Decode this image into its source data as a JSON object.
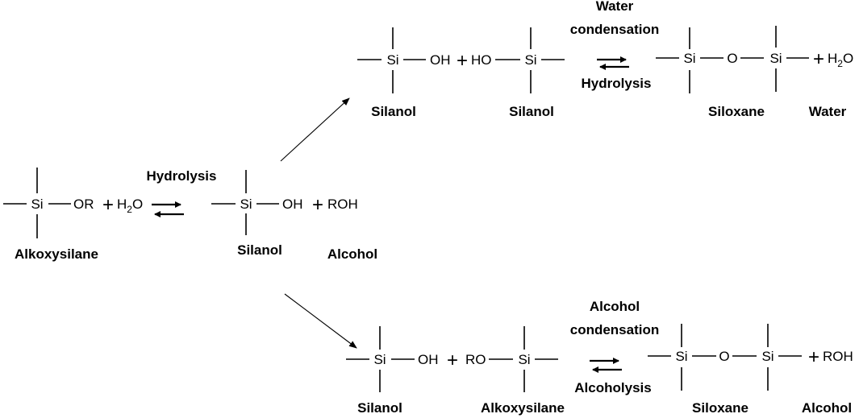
{
  "atoms": {
    "si": "Si",
    "oh": "OH",
    "ho": "HO",
    "or": "OR",
    "ro": "RO",
    "o": "O",
    "plus": "+",
    "h2o_h": "H",
    "h2o_sub": "2",
    "h2o_o": "O",
    "roh": "ROH"
  },
  "reaction_1": {
    "arrow_label": "Hydrolysis",
    "reactant_label": "Alkoxysilane",
    "product_label": "Silanol",
    "byproduct_label": "Alcohol"
  },
  "reaction_2": {
    "forward_label_line1": "Water",
    "forward_label_line2": "condensation",
    "reverse_label": "Hydrolysis",
    "reactant1_label": "Silanol",
    "reactant2_label": "Silanol",
    "product_label": "Siloxane",
    "byproduct_label": "Water"
  },
  "reaction_3": {
    "forward_label_line1": "Alcohol",
    "forward_label_line2": "condensation",
    "reverse_label": "Alcoholysis",
    "reactant1_label": "Silanol",
    "reactant2_label": "Alkoxysilane",
    "product_label": "Siloxane",
    "byproduct_label": "Alcohol"
  }
}
